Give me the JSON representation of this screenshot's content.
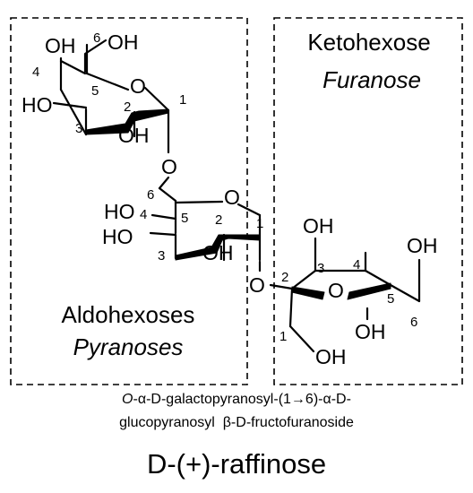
{
  "left_box": {
    "title_line1": "Aldohexoses",
    "title_line2": "Pyranoses"
  },
  "right_box": {
    "title_line1": "Ketohexose",
    "title_line2": "Furanose"
  },
  "galactose_ring": {
    "labels": {
      "oh_top_left": "OH",
      "c6": "6",
      "oh_top_right": "OH",
      "c4": "4",
      "c5": "5",
      "ring_o": "O",
      "ho_left": "HO",
      "c2": "2",
      "c1": "1",
      "c3": "3",
      "oh_bottom": "OH"
    }
  },
  "linker_o": "O",
  "glucose_ring": {
    "labels": {
      "c6": "6",
      "ring_o": "O",
      "ho_upper": "HO",
      "c4": "4",
      "c5": "5",
      "c2": "2",
      "c1": "1",
      "ho_lower": "HO",
      "c3": "3",
      "oh_bottom": "OH"
    }
  },
  "glycosidic_o": "O",
  "fructose_ring": {
    "labels": {
      "oh_top": "OH",
      "oh_right": "OH",
      "c3": "3",
      "c4": "4",
      "c2": "2",
      "ring_o": "O",
      "c5": "5",
      "c6": "6",
      "oh_bottom": "OH",
      "c1": "1",
      "oh_ch2": "OH"
    }
  },
  "caption": {
    "line1_italic": "O",
    "line1_rest": "-α-D-galactopyranosyl-(1→6)-α-D-",
    "line2": "glucopyranosyl  β-D-fructofuranoside"
  },
  "compound_name": "D-(+)-raffinose"
}
